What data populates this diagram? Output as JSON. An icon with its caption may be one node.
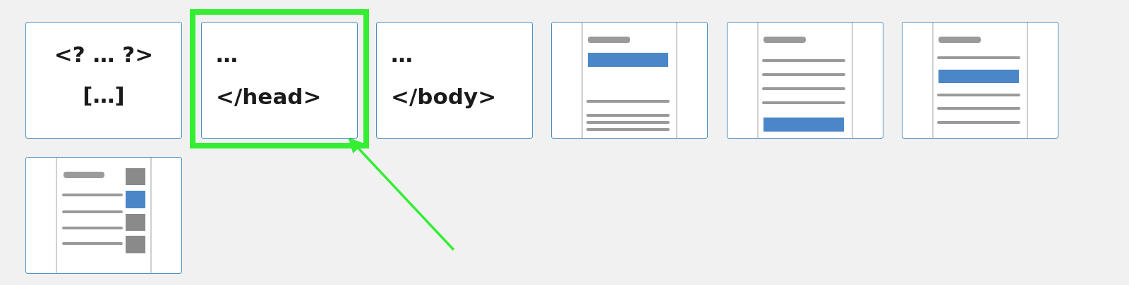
{
  "diagram": {
    "nodes": [
      {
        "text": [
          "<? … ?>",
          "[…]"
        ]
      },
      {
        "text": [
          "…",
          "</head>"
        ]
      },
      {
        "text": [
          "…",
          "</body>"
        ]
      },
      {
        "text": [],
        "shape": "picture"
      },
      {
        "text": [],
        "shape": "picture"
      },
      {
        "text": [],
        "shape": "picture"
      },
      {
        "text": [],
        "shape": "picture"
      }
    ],
    "edges": [
      {
        "from": null,
        "to": 1,
        "arrow": "to",
        "color": "#33ee33"
      }
    ]
  }
}
